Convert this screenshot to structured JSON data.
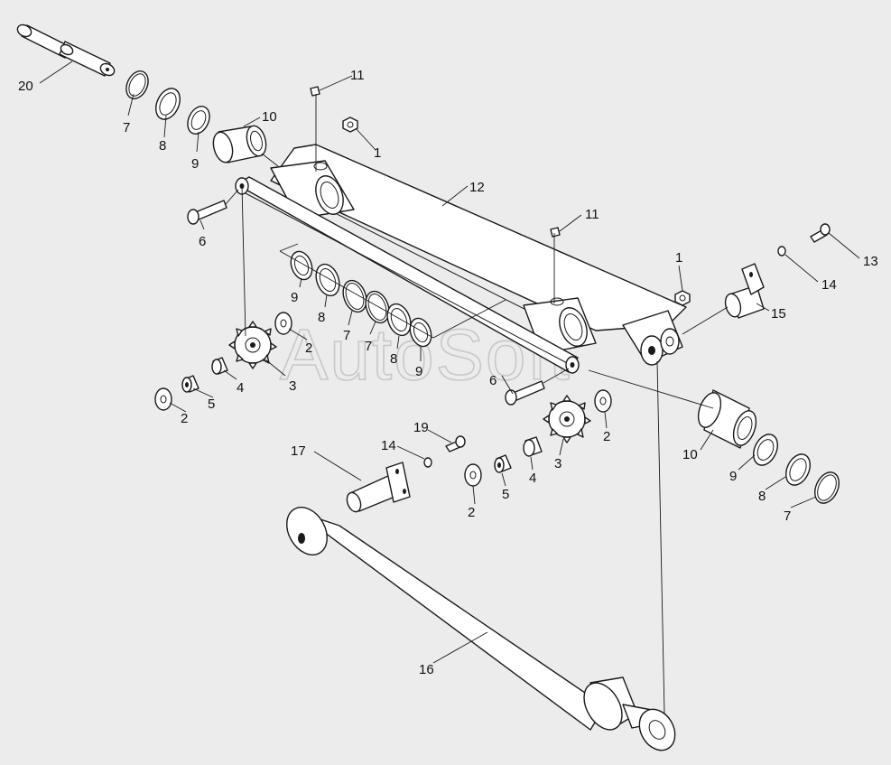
{
  "watermark": "AutoSoft",
  "callouts": {
    "c1a": "1",
    "c1b": "1",
    "c2a": "2",
    "c2b": "2",
    "c2c": "2",
    "c2d": "2",
    "c3a": "3",
    "c3b": "3",
    "c4a": "4",
    "c4b": "4",
    "c5a": "5",
    "c5b": "5",
    "c6a": "6",
    "c6b": "6",
    "c7a": "7",
    "c7b": "7",
    "c7c": "7",
    "c7d": "7",
    "c8a": "8",
    "c8b": "8",
    "c8c": "8",
    "c8d": "8",
    "c9a": "9",
    "c9b": "9",
    "c9c": "9",
    "c9d": "9",
    "c10a": "10",
    "c10b": "10",
    "c11a": "11",
    "c11b": "11",
    "c12": "12",
    "c13": "13",
    "c14a": "14",
    "c14b": "14",
    "c15": "15",
    "c16": "16",
    "c17": "17",
    "c19": "19",
    "c20": "20"
  }
}
